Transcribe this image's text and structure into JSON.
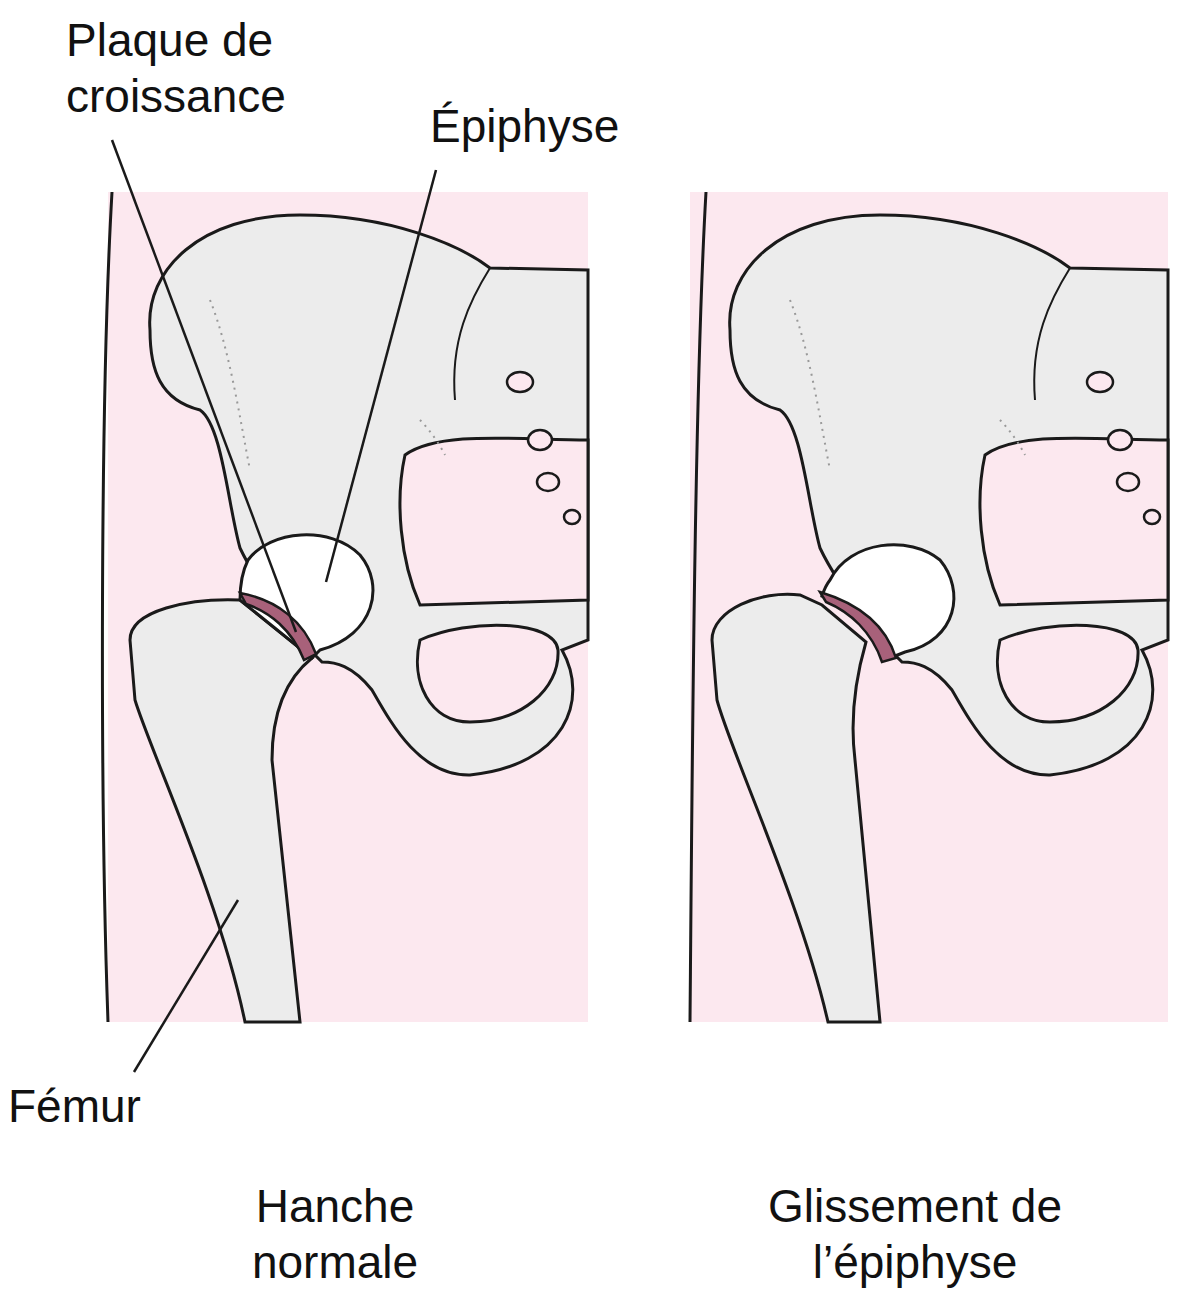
{
  "diagram": {
    "labels": [
      "Plaque de croissance",
      "Épiphyse",
      "Fémur",
      "Hanche normale",
      "Glissement de l’épiphyse"
    ]
  }
}
